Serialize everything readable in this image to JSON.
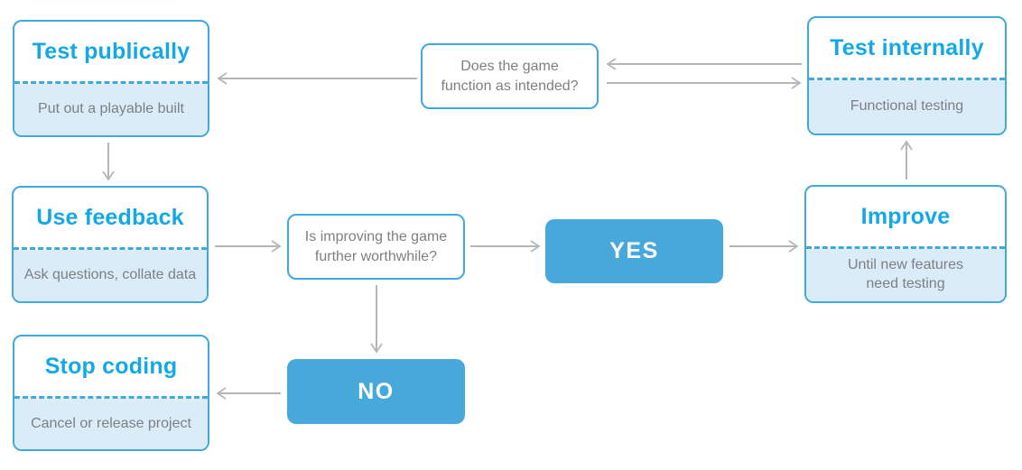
{
  "colors": {
    "accent_blue": "#14a9e6",
    "border_blue": "#3fa9dd",
    "fill_light_blue": "#daecf8",
    "solid_blue": "#47a9db",
    "text_gray": "#7d8083",
    "arrow_gray": "#b4b6b8"
  },
  "nodes": {
    "test_publically": {
      "title": "Test publically",
      "subtitle": "Put out a playable built"
    },
    "test_internally": {
      "title": "Test internally",
      "subtitle": "Functional testing"
    },
    "use_feedback": {
      "title": "Use feedback",
      "subtitle": "Ask questions, collate data"
    },
    "improve": {
      "title": "Improve",
      "subtitle_lines": [
        "Until new features",
        "need testing"
      ]
    },
    "stop_coding": {
      "title": "Stop coding",
      "subtitle": "Cancel or release project"
    },
    "q_function": {
      "lines": [
        "Does the game",
        "function as intended?"
      ]
    },
    "q_worthwhile": {
      "lines": [
        "Is improving the game",
        "further worthwhile?"
      ]
    },
    "yes": {
      "label": "YES"
    },
    "no": {
      "label": "NO"
    }
  },
  "edges": [
    {
      "from": "q-function",
      "to": "test-publically"
    },
    {
      "from": "test-internally",
      "to": "q-function"
    },
    {
      "from": "q-function",
      "to": "test-internally"
    },
    {
      "from": "test-publically",
      "to": "use-feedback"
    },
    {
      "from": "use-feedback",
      "to": "q-worthwhile"
    },
    {
      "from": "q-worthwhile",
      "to": "yes"
    },
    {
      "from": "yes",
      "to": "improve"
    },
    {
      "from": "improve",
      "to": "test-internally"
    },
    {
      "from": "q-worthwhile",
      "to": "no"
    },
    {
      "from": "no",
      "to": "stop-coding"
    }
  ]
}
